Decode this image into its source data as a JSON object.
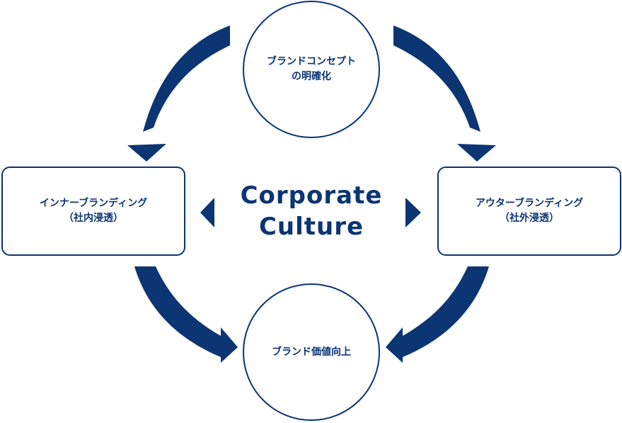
{
  "diagram": {
    "center": {
      "line1": "Corporate",
      "line2": "Culture"
    },
    "nodes": {
      "top": {
        "line1": "ブランドコンセプト",
        "line2": "の明確化"
      },
      "left": {
        "line1": "インナーブランディング",
        "line2": "（社内浸透）"
      },
      "right": {
        "line1": "アウターブランディング",
        "line2": "（社外浸透）"
      },
      "bottom": {
        "line1": "ブランド価値向上"
      }
    }
  },
  "colors": {
    "primary": "#0b3573",
    "background": "#ffffff"
  },
  "icons": [
    "curved-arrow-icon",
    "triangle-left-icon",
    "triangle-right-icon"
  ]
}
